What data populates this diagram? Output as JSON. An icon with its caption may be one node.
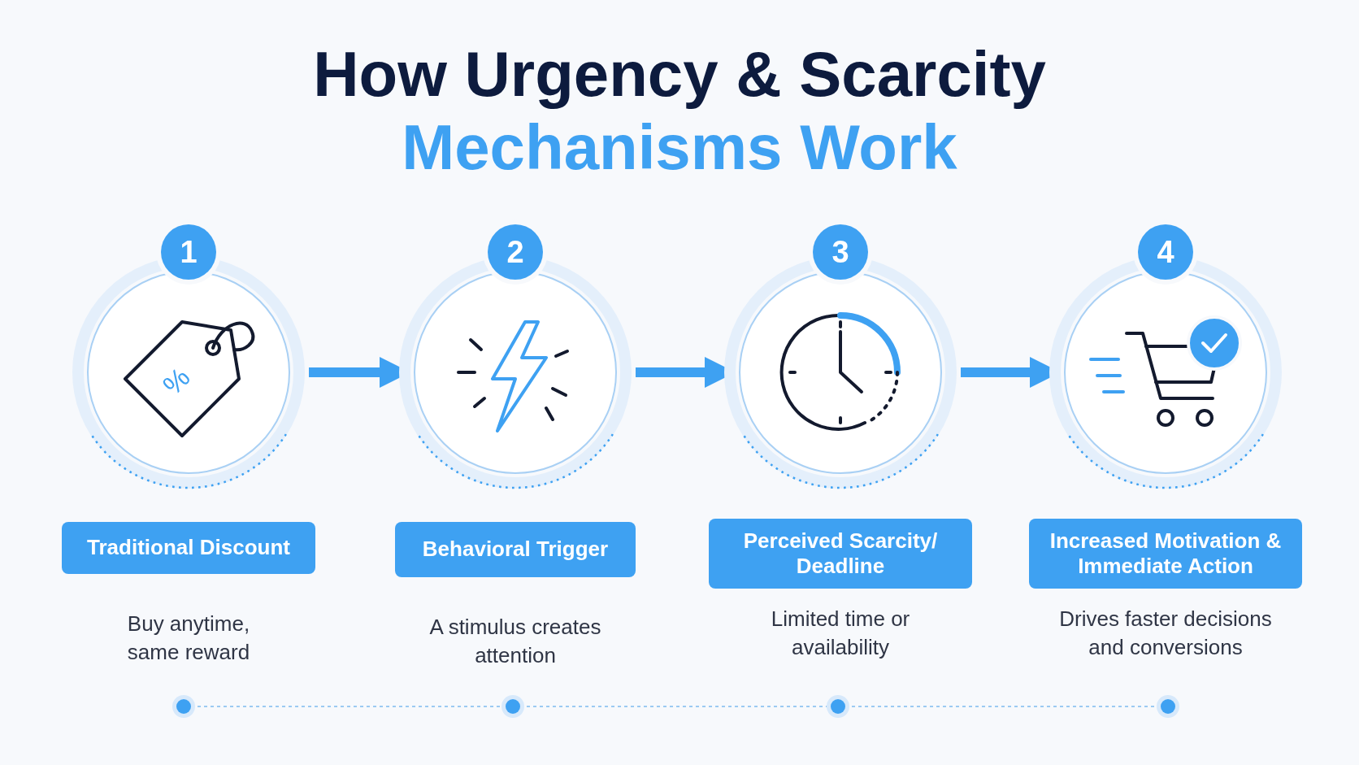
{
  "diagram": {
    "title": "How Urgency & Scarcity",
    "nodes": [
      {
        "text": [],
        "shape": "circle"
      },
      {
        "text": [],
        "shape": "circle"
      },
      {
        "text": [],
        "shape": "circle"
      },
      {
        "text": [],
        "shape": "circle"
      },
      {
        "text": [
          "Traditional Discount"
        ],
        "beside": [
          "Buy anytime, same reward"
        ]
      },
      {
        "text": [
          "Behavioral Trigger"
        ],
        "beside": [
          "A stimulus creates attention"
        ]
      },
      {
        "text": [
          "Perceived Scarcity/ Deadline"
        ],
        "beside": [
          "Limited time or availability"
        ]
      },
      {
        "text": [
          "Increased Motivation & Immediate Action"
        ],
        "beside": [
          "Drives faster decisions and conversions"
        ]
      },
      {
        "text": [],
        "shape": "circle"
      },
      {
        "text": [],
        "shape": "circle"
      },
      {
        "text": [],
        "shape": "circle"
      },
      {
        "text": [],
        "shape": "circle"
      }
    ],
    "edges": [
      {
        "from": 0,
        "to": 1,
        "arrow": "to",
        "style": "thick"
      },
      {
        "from": 1,
        "to": 2,
        "arrow": "to",
        "style": "thick"
      },
      {
        "from": 2,
        "to": 3,
        "arrow": "to",
        "style": "thick"
      },
      {
        "from": 8,
        "to": 9,
        "arrow": "none",
        "style": "dashed",
        "color": "#9ccaf2"
      },
      {
        "from": 9,
        "to": 10,
        "arrow": "none",
        "style": "dashed",
        "color": "#9ccaf2"
      },
      {
        "from": 10,
        "to": 11,
        "arrow": "none",
        "style": "dashed",
        "color": "#9ccaf2"
      }
    ],
    "labels": [
      "Mechanisms Work",
      "1",
      "2",
      "3",
      "4",
      "%"
    ]
  }
}
